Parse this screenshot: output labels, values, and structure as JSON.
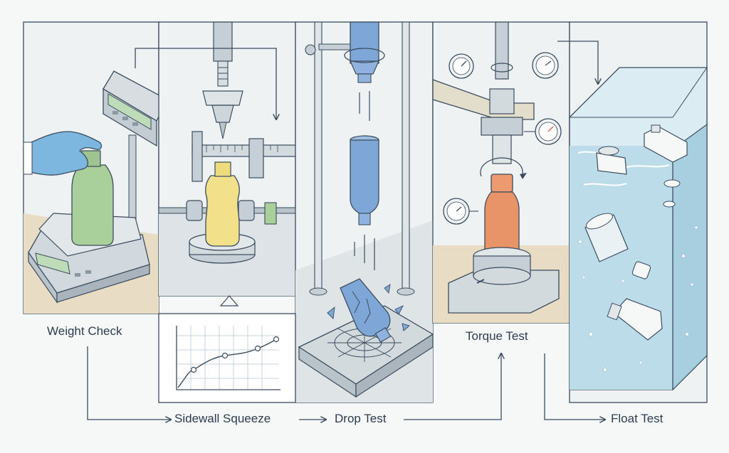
{
  "labels": {
    "weight_check": "Weight Check",
    "sidewall_squeeze": "Sidewall Squeeze",
    "drop_test": "Drop Test",
    "torque_test": "Torque Test",
    "float_test": "Float Test"
  },
  "colors": {
    "line": "#3b4c5e",
    "weight_bottle": "#a9cf9a",
    "squeeze_bottle": "#f2e18a",
    "drop_bottle": "#7ea6d6",
    "torque_bottle": "#e99468",
    "water": "#bcdcea",
    "glove": "#7db6df"
  }
}
